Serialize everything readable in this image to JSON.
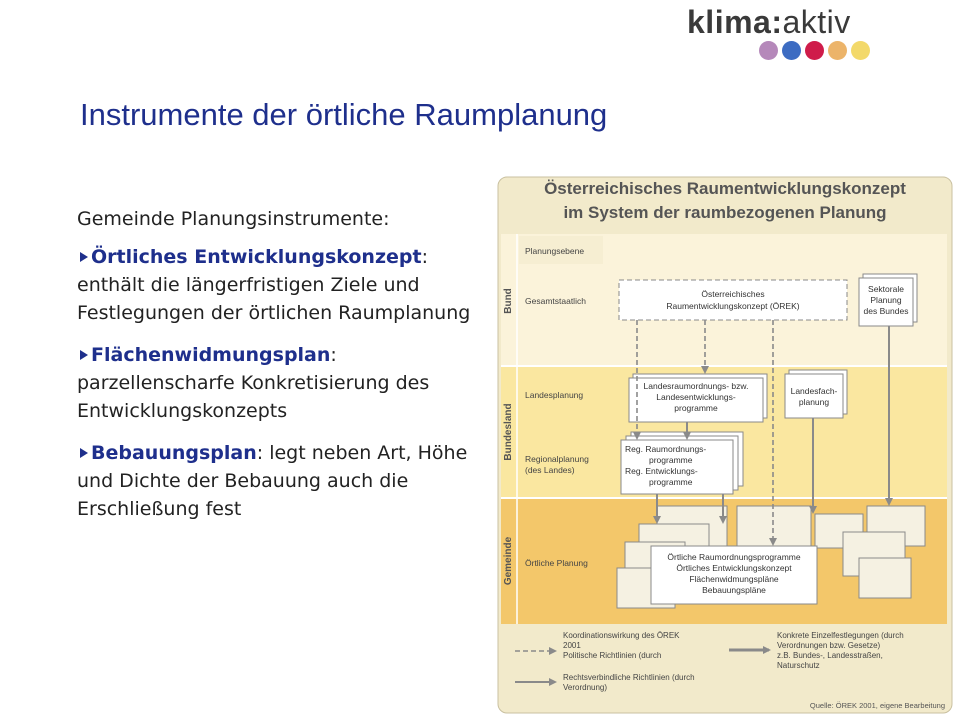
{
  "logo": {
    "bold": "klima",
    "sep": ":",
    "rest": "aktiv",
    "dot_colors": [
      "#b588ba",
      "#3d6cc2",
      "#cf1c4a",
      "#ecb46a",
      "#f3d96a"
    ]
  },
  "title": "Instrumente der örtliche Raumplanung",
  "content": {
    "intro": "Gemeinde Planungsinstrumente:",
    "bullets": [
      {
        "term": "Örtliches Entwicklungskonzept",
        "text": ": enthält die längerfristigen Ziele und Festlegungen der örtlichen Raumplanung"
      },
      {
        "term": "Flächenwidmungsplan",
        "text": ": parzellenscharfe Konkretisierung des Entwicklungskonzepts"
      },
      {
        "term": "Bebauungsplan",
        "text": ": legt neben Art, Höhe und Dichte der Bebauung auch die Erschließung fest"
      }
    ]
  },
  "figure": {
    "title_line1": "Österreichisches Raumentwicklungskonzept",
    "title_line2": "im System der raumbezogenen Planung",
    "levels": {
      "bund": "Bund",
      "bundesland": "Bundesland",
      "gemeinde": "Gemeinde"
    },
    "rows": {
      "planungsebene": "Planungsebene",
      "gesamtstaatlich": "Gesamtstaatlich",
      "landesplanung": "Landesplanung",
      "regional1": "Regionalplanung",
      "regional2": "(des Landes)",
      "oertlich": "Örtliche Planung"
    },
    "boxes": {
      "oerek1": "Österreichisches",
      "oerek2": "Raumentwicklungskonzept (ÖREK)",
      "sektoral1": "Sektorale",
      "sektoral2": "Planung",
      "sektoral3": "des Bundes",
      "landes1": "Landesraumordnungs- bzw.",
      "landes2": "Landesentwicklungs-",
      "landes3": "programme",
      "landesfach1": "Landesfach-",
      "landesfach2": "planung",
      "reg1": "Reg. Raumordnungs-",
      "reg2": "programme",
      "reg3": "Reg. Entwicklungs-",
      "reg4": "programme",
      "oert1": "Örtliche Raumordnungsprogramme",
      "oert2": "Örtliches Entwicklungskonzept",
      "oert3": "Flächenwidmungspläne",
      "oert4": "Bebauungspläne"
    },
    "legend": {
      "dash1": "Koordinationswirkung des ÖREK",
      "dash2": "2001",
      "dash3": "Politische Richtlinien (durch",
      "solid1": "Rechtsverbindliche Richtlinien (durch",
      "solid2": "Verordnung)",
      "right1": "Konkrete Einzelfestlegungen (durch",
      "right2": "Verordnungen bzw. Gesetze)",
      "right3": "z.B. Bundes-, Landesstraßen,",
      "right4": "Naturschutz"
    },
    "source": "Quelle: ÖREK 2001, eigene Bearbeitung"
  }
}
